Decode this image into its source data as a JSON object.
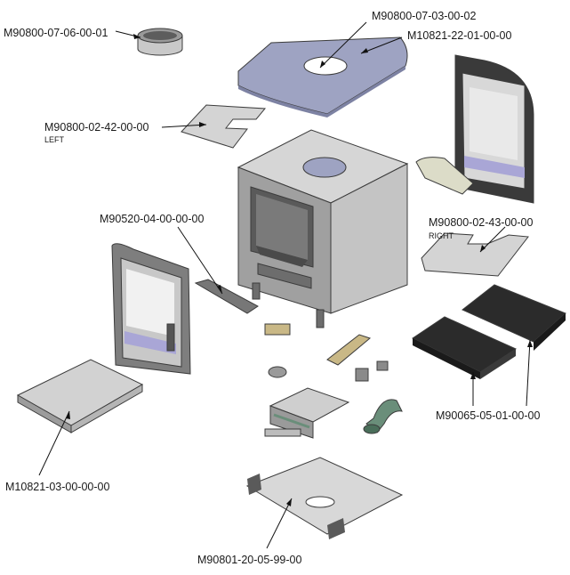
{
  "labels": {
    "flue_collar": "M90800-07-06-00-01",
    "baffle_plate": "M90800-07-03-00-02",
    "top_plate": "M10821-22-01-00-00",
    "side_plate_left": "M90800-02-42-00-00",
    "side_plate_left_note": "LEFT",
    "side_plate_right": "M90800-02-43-00-00",
    "side_plate_right_note": "RIGHT",
    "door_handle": "M90520-04-00-00-00",
    "ash_pan": "M10821-03-00-00-00",
    "grate_panels": "M90065-05-01-00-00",
    "base_plate": "M90801-20-05-99-00"
  },
  "colors": {
    "steel_light": "#d9d9d9",
    "steel_mid": "#b8b8b8",
    "steel_dark": "#8a8a8a",
    "top_plate_blue": "#9ea3c2",
    "glass_blue": "#a9a6d6",
    "cast_dark": "#2b2b2b",
    "tan": "#c9b886",
    "green": "#6a8e7a"
  }
}
